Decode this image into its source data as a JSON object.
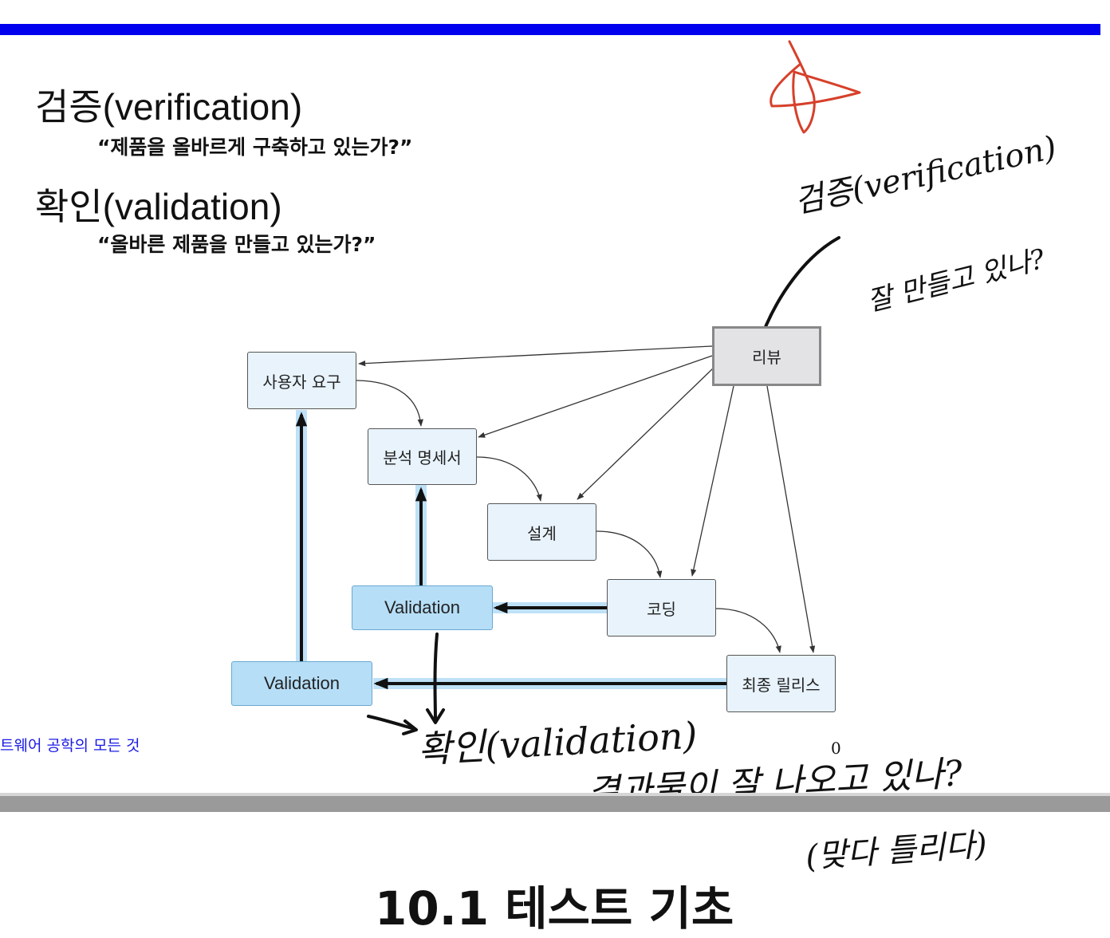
{
  "slide": {
    "terms": [
      {
        "term": "검증(verification)",
        "question": "“제품을 올바르게 구축하고 있는가?”"
      },
      {
        "term": "확인(validation)",
        "question": "“올바른 제품을 만들고 있는가?”"
      }
    ],
    "footer_text": "트웨어 공학의 모든 것",
    "next_slide_title": "10.1 테스트 기초"
  },
  "diagram": {
    "nodes": {
      "user_req": "사용자 요구",
      "analysis": "분석 명세서",
      "design": "설계",
      "coding": "코딩",
      "release": "최종 릴리스",
      "review": "리뷰",
      "validation_upper": "Validation",
      "validation_lower": "Validation"
    }
  },
  "annotations": {
    "handwritten_verification": "검증(verification)",
    "handwritten_verification_note": "잘 만들고 있나?",
    "handwritten_validation": "확인(validation)",
    "handwritten_validation_note": "결과물이 잘 나오고 있나?",
    "handwritten_validation_paren": "(맞다 틀리다)",
    "small_mark": "0",
    "colors": {
      "star_mark": "#d6402a",
      "top_bar": "#0000ee",
      "arrow_highlight": "#bfe1f7"
    }
  }
}
